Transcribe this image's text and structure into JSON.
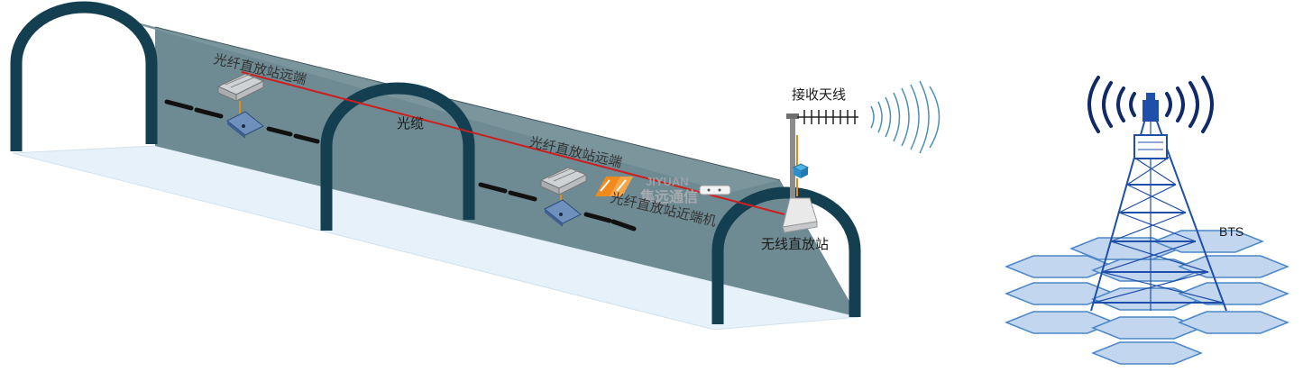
{
  "labels": {
    "remote_unit_1": "光纤直放站远端",
    "fiber_cable": "光缆",
    "remote_unit_2": "光纤直放站远端",
    "near_end_unit": "光纤直放站近端机",
    "receive_antenna": "接收天线",
    "wireless_repeater": "无线直放站",
    "base_station": "BTS"
  },
  "watermark": {
    "latin": "JIYUAN",
    "chinese": "集远通信"
  },
  "colors": {
    "tunnel_wall": "#6e8a92",
    "tunnel_arch": "#133f50",
    "tunnel_floor": "#e6f1f9",
    "fiber_line": "#cc1f1f",
    "radio_waves": "#4e8fb5",
    "tower": "#1f4faa",
    "hex_cell_fill": "#c3d6ef",
    "hex_cell_stroke": "#4b87c6",
    "watermark_orange": "#f08a1c",
    "watermark_gray": "#9aa0a6"
  }
}
